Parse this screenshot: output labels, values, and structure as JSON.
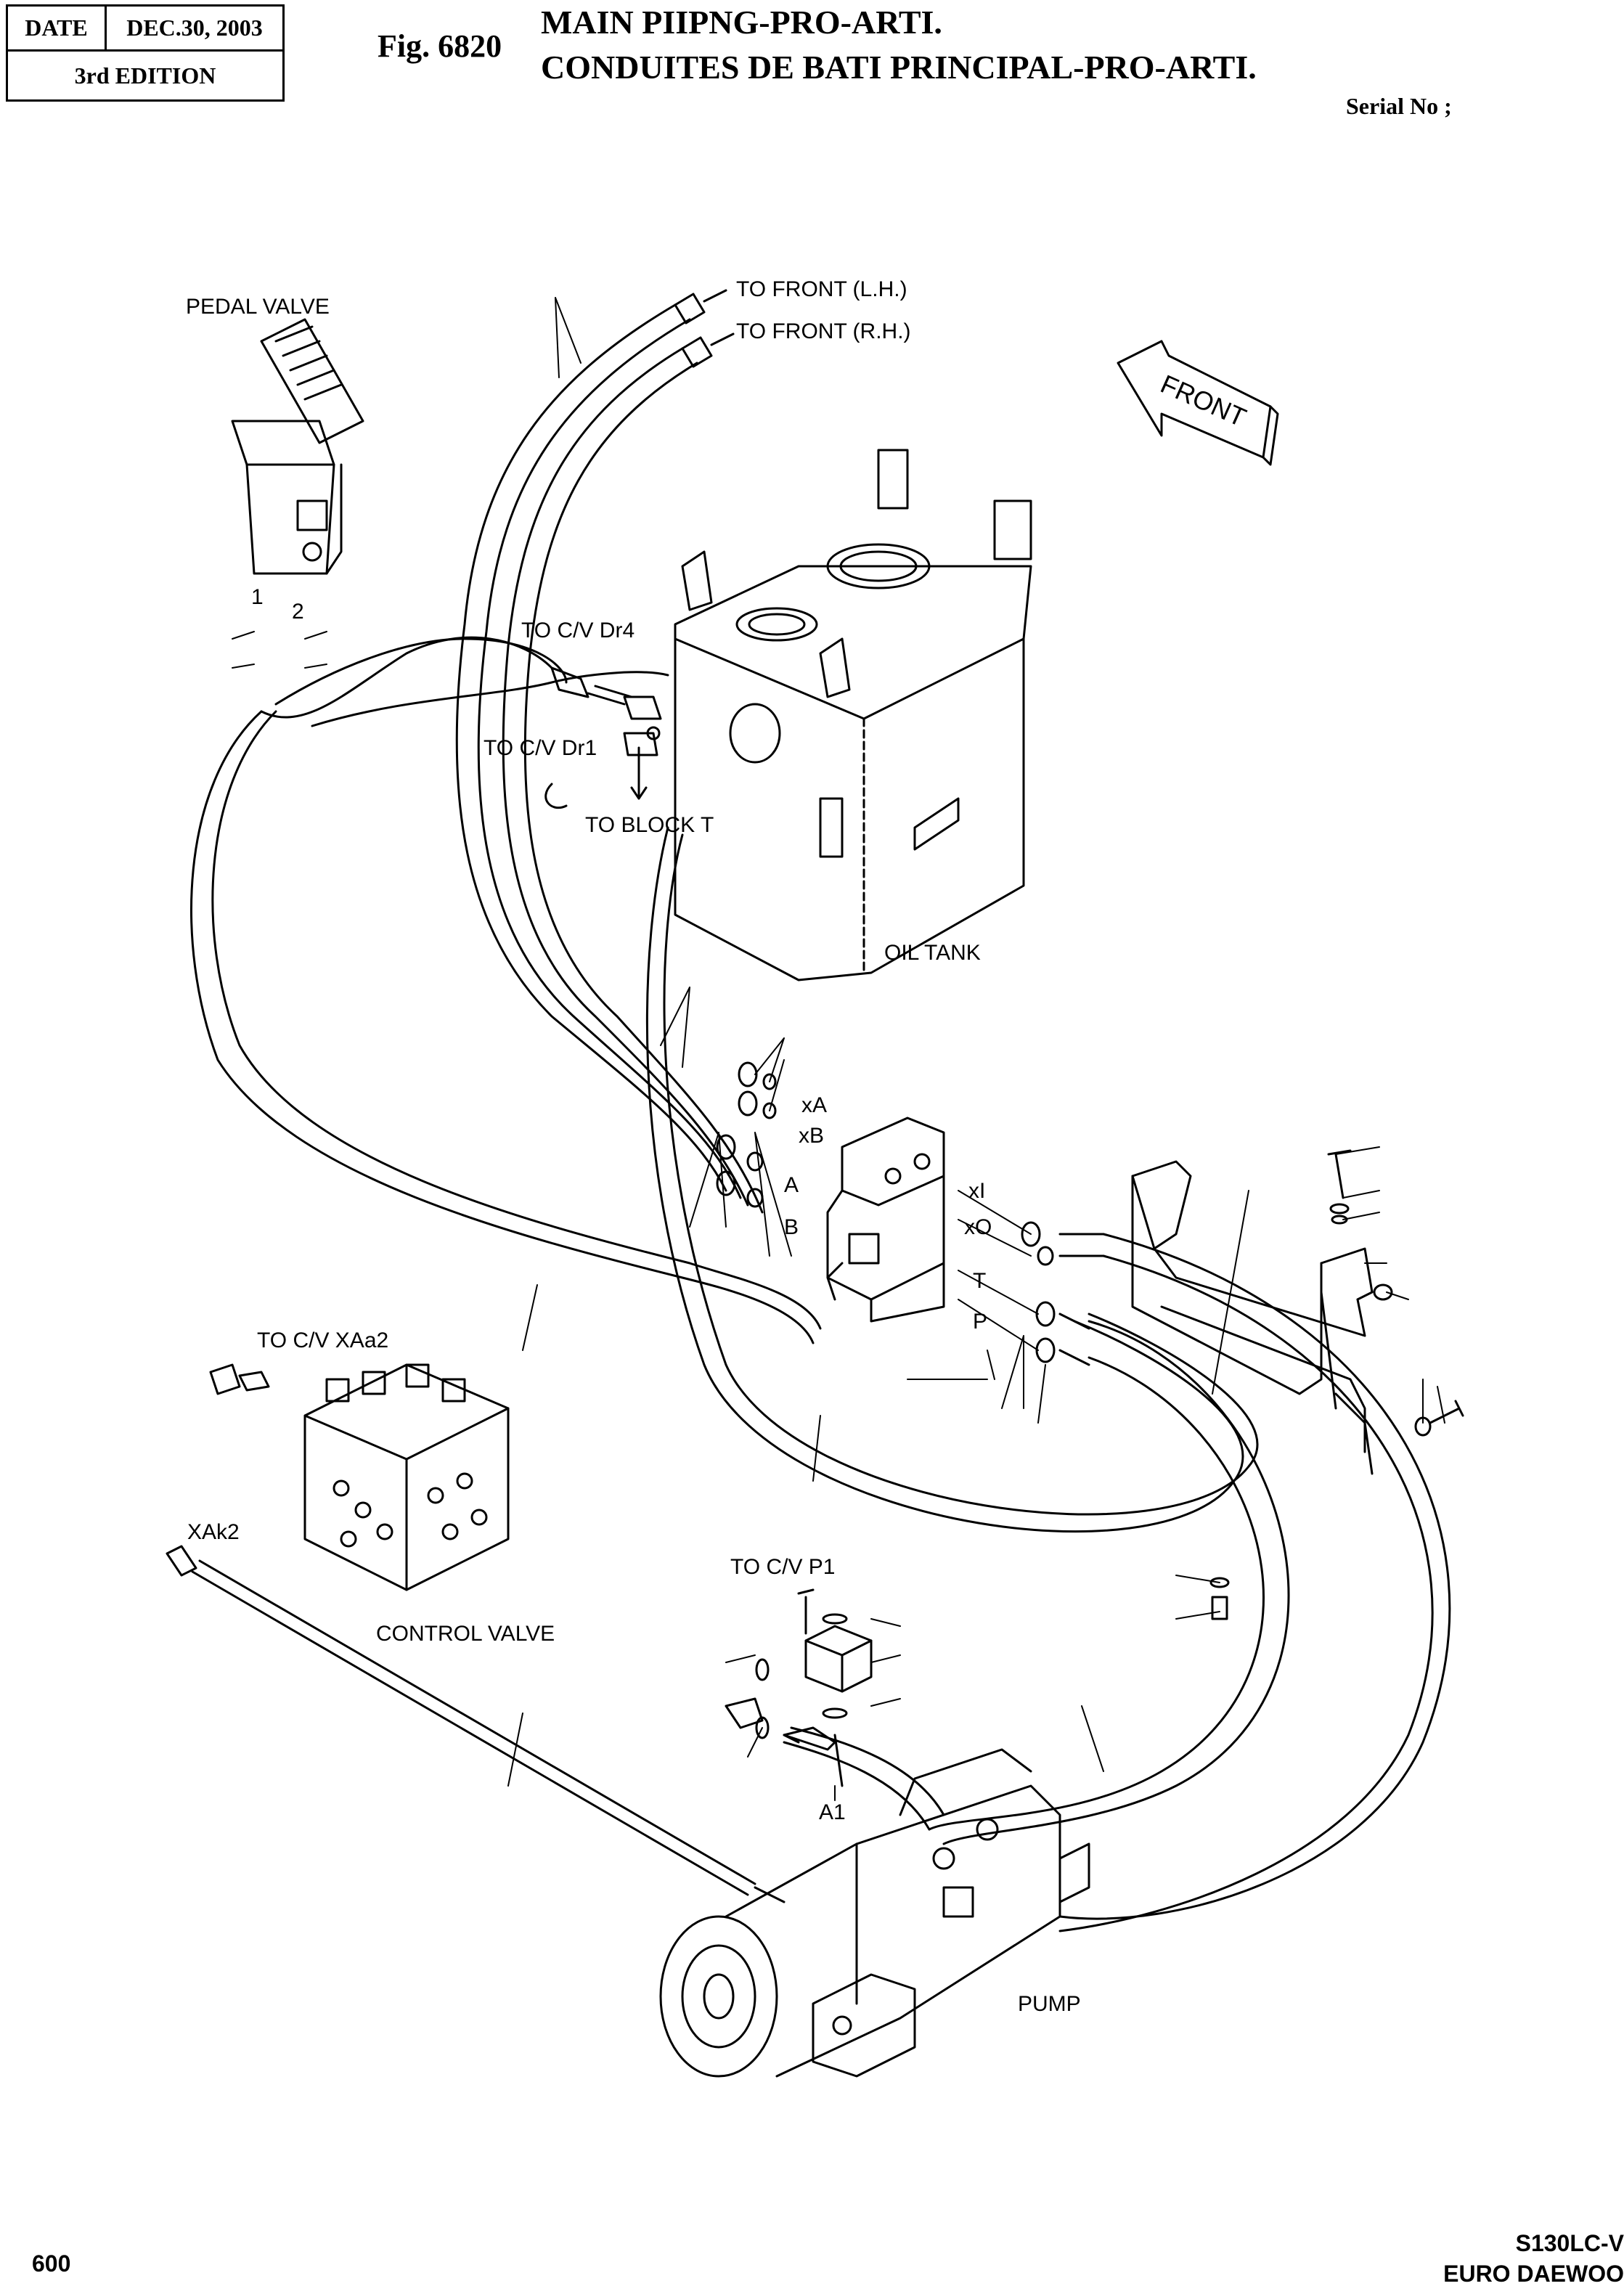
{
  "header": {
    "date_label": "DATE",
    "date_value": "DEC.30, 2003",
    "edition": "3rd  EDITION",
    "fig_number": "Fig. 6820",
    "title_line1": "MAIN PIIPNG-PRO-ARTI.",
    "title_line2": "CONDUITES DE BATI PRINCIPAL-PRO-ARTI.",
    "serial": "Serial No ;"
  },
  "labels": {
    "pedal_valve": "PEDAL VALVE",
    "port_1": "1",
    "port_2": "2",
    "to_front_lh": "TO FRONT (L.H.)",
    "to_front_rh": "TO FRONT (R.H.)",
    "front": "FRONT",
    "to_cv_dr4": "TO C/V Dr4",
    "to_cv_dr1": "TO C/V Dr1",
    "to_block_t": "TO BLOCK T",
    "oil_tank": "OIL TANK",
    "xa": "xA",
    "xb": "xB",
    "a": "A",
    "b": "B",
    "xi": "xI",
    "xo": "xO",
    "t": "T",
    "p": "P",
    "to_cv_xaa2": "TO C/V XAa2",
    "xak2": "XAk2",
    "control_valve": "CONTROL VALVE",
    "to_cv_p1": "TO C/V P1",
    "a1": "A1",
    "pump": "PUMP"
  },
  "footer": {
    "page_number": "600",
    "model": "S130LC-V",
    "brand": "EURO DAEWOO"
  }
}
